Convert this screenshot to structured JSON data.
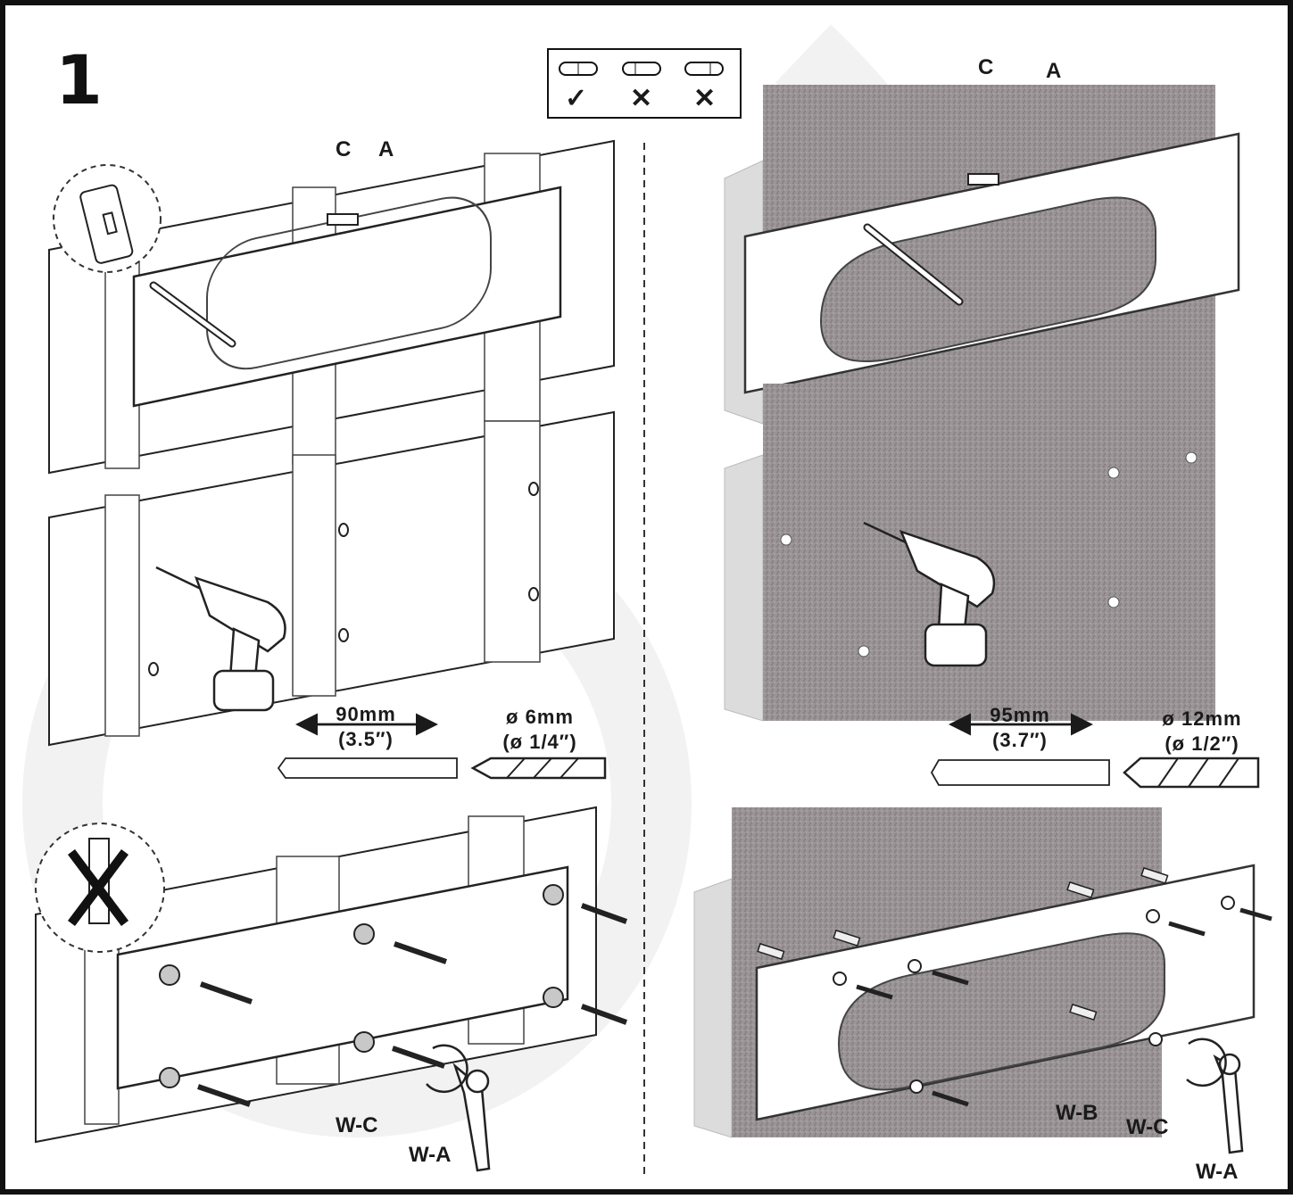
{
  "step_number": "1",
  "level_check": [
    {
      "mark": "✓",
      "icon": "check-icon"
    },
    {
      "mark": "✕",
      "icon": "cross-icon"
    },
    {
      "mark": "✕",
      "icon": "cross-icon"
    }
  ],
  "wood_wall": {
    "top": {
      "label_c": "C",
      "label_a": "A"
    },
    "drill": {
      "depth": "90mm",
      "depth_in": "(3.5″)",
      "bit_diameter": "ø 6mm",
      "bit_diameter_in": "(ø 1/4″)"
    },
    "bottom": {
      "washer_label": "W-C",
      "bolt_label": "W-A"
    }
  },
  "concrete_wall": {
    "top": {
      "label_c": "C",
      "label_a": "A"
    },
    "drill": {
      "depth": "95mm",
      "depth_in": "(3.7″)",
      "bit_diameter": "ø 12mm",
      "bit_diameter_in": "(ø 1/2″)"
    },
    "bottom": {
      "anchor_label": "W-B",
      "washer_label": "W-C",
      "bolt_label": "W-A"
    }
  },
  "colors": {
    "line": "#1a1a1a",
    "concrete": "#9a9496",
    "concrete_side": "#dcdcdc",
    "watermark": "#f2f2f2"
  }
}
